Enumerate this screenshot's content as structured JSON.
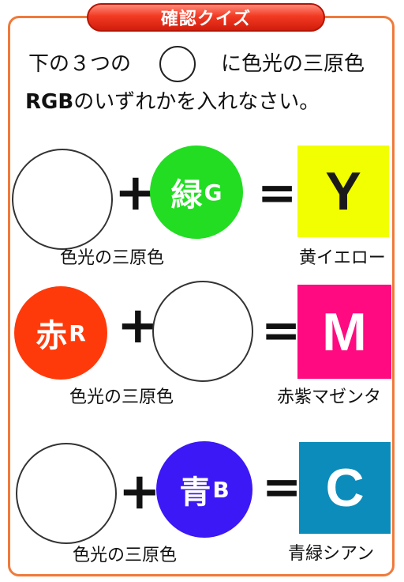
{
  "title": "確認クイズ",
  "question": {
    "line1_before": "下の３つの",
    "line1_after": "に色光の三原色",
    "line2_bold": "RGB",
    "line2_rest": "のいずれかを入れなさい。"
  },
  "rows": [
    {
      "known": {
        "char": "緑",
        "letter": "G",
        "color": "#22dd22"
      },
      "result": {
        "letter": "Y",
        "name": "黄イエロー",
        "bg": "#f2ff00",
        "fg": "#1a1a1a"
      },
      "caption": "色光の三原色"
    },
    {
      "known": {
        "char": "赤",
        "letter": "R",
        "color": "#ff3a0a"
      },
      "result": {
        "letter": "M",
        "name": "赤紫マゼンタ",
        "bg": "#ff0a80",
        "fg": "#ffffff"
      },
      "caption": "色光の三原色"
    },
    {
      "known": {
        "char": "青",
        "letter": "B",
        "color": "#3b18f5"
      },
      "result": {
        "letter": "C",
        "name": "青緑シアン",
        "bg": "#0c8cba",
        "fg": "#ffffff"
      },
      "caption": "色光の三原色"
    }
  ],
  "symbols": {
    "plus": "+",
    "equal": "="
  }
}
